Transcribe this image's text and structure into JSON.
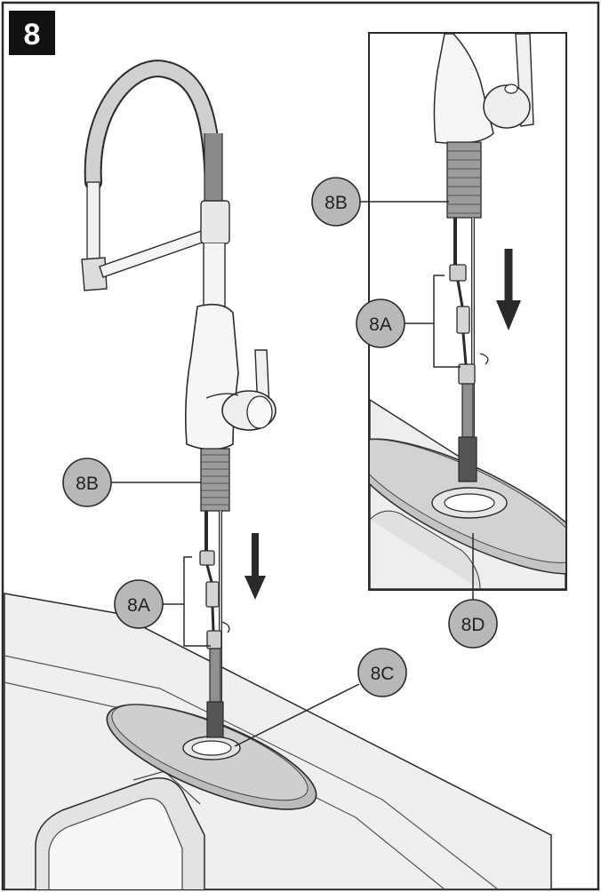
{
  "step": {
    "number": "8"
  },
  "callouts": {
    "b_main": "8B",
    "a_main": "8A",
    "c_main": "8C",
    "b_inset": "8B",
    "a_inset": "8A",
    "d_inset": "8D"
  },
  "colors": {
    "outline": "#2a2a2a",
    "callout_fill": "#b8b8b8",
    "step_fill": "#111111",
    "metal": "#e9e9e9",
    "hose": "#9a9a9a",
    "counter": "#f1f1f1",
    "plate": "#cfcfcf"
  }
}
